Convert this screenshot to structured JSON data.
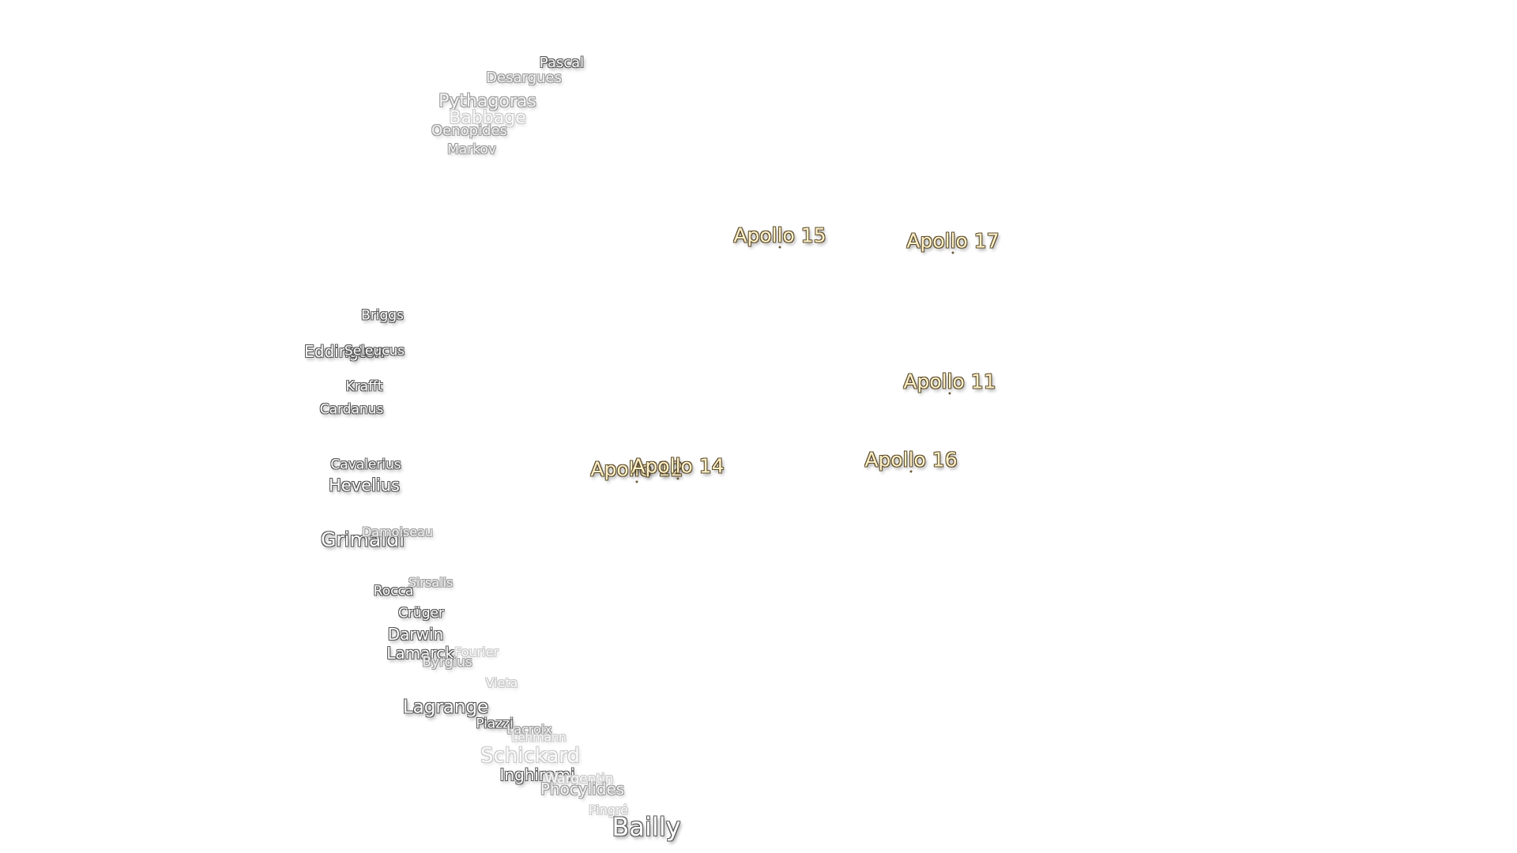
{
  "landing_sites": [
    {
      "name": "Apollo 15"
    },
    {
      "name": "Apollo 17"
    },
    {
      "name": "Apollo 11"
    },
    {
      "name": "Apollo 16"
    },
    {
      "name": "Apollo 14"
    },
    {
      "name": "Apollo 12"
    }
  ],
  "craters": [
    {
      "name": "Pascal"
    },
    {
      "name": "Desargues"
    },
    {
      "name": "Pythagoras"
    },
    {
      "name": "Babbage"
    },
    {
      "name": "Oenopides"
    },
    {
      "name": "Markov"
    },
    {
      "name": "Briggs"
    },
    {
      "name": "Eddington"
    },
    {
      "name": "Seleucus"
    },
    {
      "name": "Krafft"
    },
    {
      "name": "Cardanus"
    },
    {
      "name": "Cavalerius"
    },
    {
      "name": "Hevelius"
    },
    {
      "name": "Grimaldi"
    },
    {
      "name": "Damoiseau"
    },
    {
      "name": "Sirsalis"
    },
    {
      "name": "Rocca"
    },
    {
      "name": "Crüger"
    },
    {
      "name": "Darwin"
    },
    {
      "name": "Lamarck"
    },
    {
      "name": "Byrgius"
    },
    {
      "name": "Fourier"
    },
    {
      "name": "Vieta"
    },
    {
      "name": "Lagrange"
    },
    {
      "name": "Piazzi"
    },
    {
      "name": "Lacroix"
    },
    {
      "name": "Lehmann"
    },
    {
      "name": "Schickard"
    },
    {
      "name": "Inghirami"
    },
    {
      "name": "Wargentin"
    },
    {
      "name": "Phocylides"
    },
    {
      "name": "Pingré"
    },
    {
      "name": "Bailly"
    }
  ]
}
